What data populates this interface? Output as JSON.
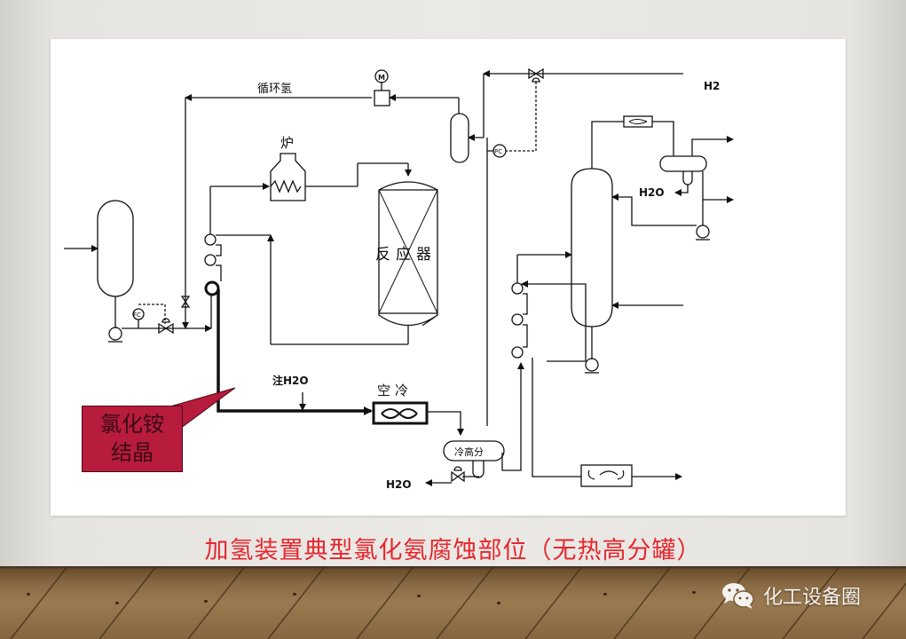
{
  "slide": {
    "caption": "加氢装置典型氯化氨腐蚀部位（无热高分罐）",
    "caption_color": "#e5272f",
    "callout": {
      "line1": "氯化铵",
      "line2": "结晶",
      "fill_color": "#b71c3c"
    },
    "watermark": {
      "icon": "wechat-icon",
      "text": "化工设备圈"
    }
  },
  "diagram": {
    "labels": {
      "recycle_hydrogen": "循环氢",
      "furnace": "炉",
      "reactor": "反应器",
      "h2": "H2",
      "h2o_top": "H2O",
      "water_injection": "注H2O",
      "air_cooler": "空冷",
      "cold_hp_separator": "冷高分",
      "h2o_bottom": "H2O",
      "compressor_motor": "M",
      "flow_controller": "FC",
      "pressure_controller": "PC"
    }
  }
}
